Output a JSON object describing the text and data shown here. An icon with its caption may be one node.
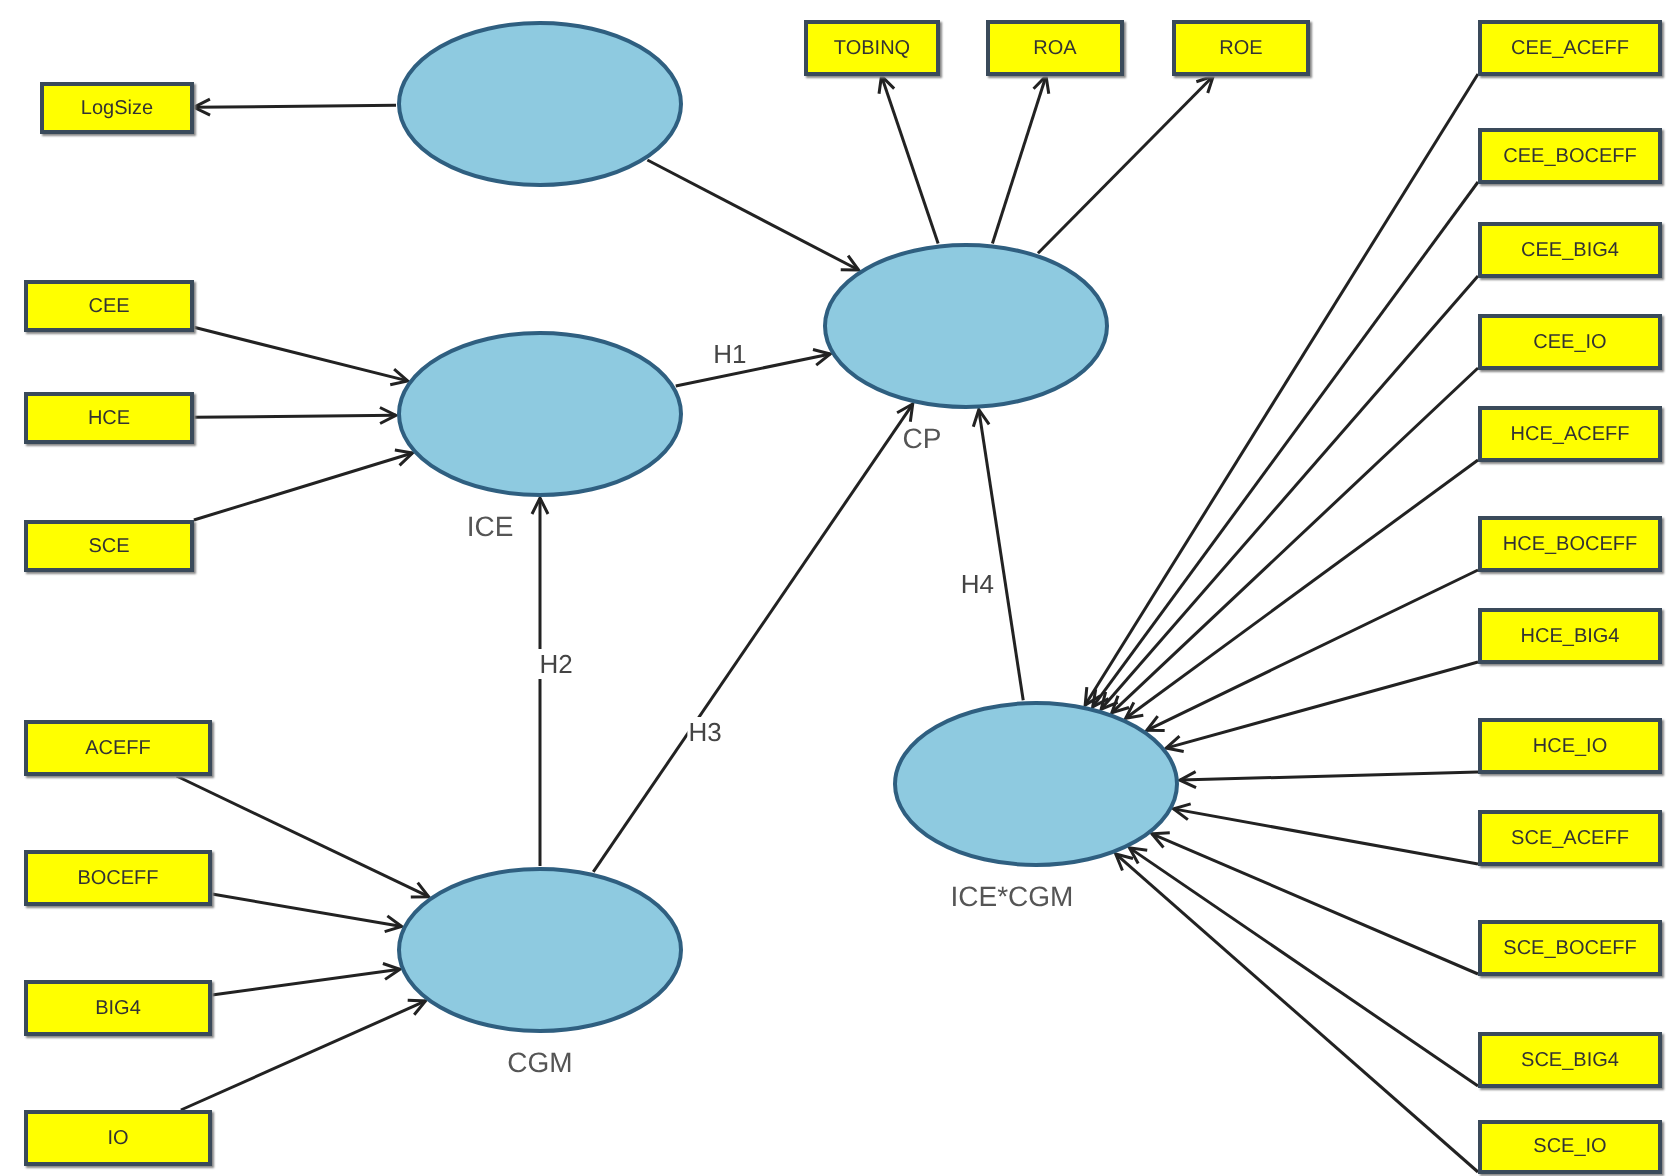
{
  "diagram": {
    "nodes": [
      {
        "text": [],
        "shape": "ellipse"
      },
      {
        "text": [
          "LogSize"
        ]
      },
      {
        "text": [
          "TOBINQ"
        ]
      },
      {
        "text": [
          "ROA"
        ]
      },
      {
        "text": [
          "ROE"
        ]
      },
      {
        "text": [
          "CP"
        ]
      },
      {
        "text": [
          "CEE"
        ]
      },
      {
        "text": [
          "HCE"
        ]
      },
      {
        "text": [
          "SCE"
        ]
      },
      {
        "text": [
          "ICE"
        ]
      },
      {
        "text": [
          "ACEFF"
        ]
      },
      {
        "text": [
          "BOCEFF"
        ]
      },
      {
        "text": [
          "BIG4"
        ]
      },
      {
        "text": [
          "IO"
        ]
      },
      {
        "text": [
          "CGM"
        ]
      },
      {
        "text": [
          "ICE*CGM"
        ]
      },
      {
        "text": [
          "CEE_ACEFF"
        ]
      },
      {
        "text": [
          "CEE_BOCEFF"
        ]
      },
      {
        "text": [
          "CEE_BIG4"
        ]
      },
      {
        "text": [
          "CEE_IO"
        ]
      },
      {
        "text": [
          "HCE_ACEFF"
        ]
      },
      {
        "text": [
          "HCE_BOCEFF"
        ]
      },
      {
        "text": [
          "HCE_BIG4"
        ]
      },
      {
        "text": [
          "HCE_IO"
        ]
      },
      {
        "text": [
          "SCE_ACEFF"
        ]
      },
      {
        "text": [
          "SCE_BOCEFF"
        ]
      },
      {
        "text": [
          "SCE_BIG4"
        ]
      },
      {
        "text": [
          "SCE_IO"
        ]
      }
    ],
    "edges": [
      {
        "from": 0,
        "to": 1,
        "arrow": "to"
      },
      {
        "from": 0,
        "to": 5,
        "arrow": "to"
      },
      {
        "from": 5,
        "to": 2,
        "arrow": "to"
      },
      {
        "from": 5,
        "to": 3,
        "arrow": "to"
      },
      {
        "from": 5,
        "to": 4,
        "arrow": "to"
      },
      {
        "from": 6,
        "to": 9,
        "arrow": "to"
      },
      {
        "from": 7,
        "to": 9,
        "arrow": "to"
      },
      {
        "from": 8,
        "to": 9,
        "arrow": "to"
      },
      {
        "from": 9,
        "to": 5,
        "arrow": "to",
        "label": "H1"
      },
      {
        "from": 14,
        "to": 9,
        "arrow": "to",
        "label": "H2"
      },
      {
        "from": 14,
        "to": 5,
        "arrow": "to",
        "label": "H3"
      },
      {
        "from": 15,
        "to": 5,
        "arrow": "to",
        "label": "H4"
      },
      {
        "from": 10,
        "to": 14,
        "arrow": "to"
      },
      {
        "from": 11,
        "to": 14,
        "arrow": "to"
      },
      {
        "from": 12,
        "to": 14,
        "arrow": "to"
      },
      {
        "from": 13,
        "to": 14,
        "arrow": "to"
      },
      {
        "from": 16,
        "to": 15,
        "arrow": "to"
      },
      {
        "from": 17,
        "to": 15,
        "arrow": "to"
      },
      {
        "from": 18,
        "to": 15,
        "arrow": "to"
      },
      {
        "from": 19,
        "to": 15,
        "arrow": "to"
      },
      {
        "from": 20,
        "to": 15,
        "arrow": "to"
      },
      {
        "from": 21,
        "to": 15,
        "arrow": "to"
      },
      {
        "from": 22,
        "to": 15,
        "arrow": "to"
      },
      {
        "from": 23,
        "to": 15,
        "arrow": "to"
      },
      {
        "from": 24,
        "to": 15,
        "arrow": "to"
      },
      {
        "from": 25,
        "to": 15,
        "arrow": "to"
      },
      {
        "from": 26,
        "to": 15,
        "arrow": "to"
      },
      {
        "from": 27,
        "to": 15,
        "arrow": "to"
      }
    ]
  }
}
